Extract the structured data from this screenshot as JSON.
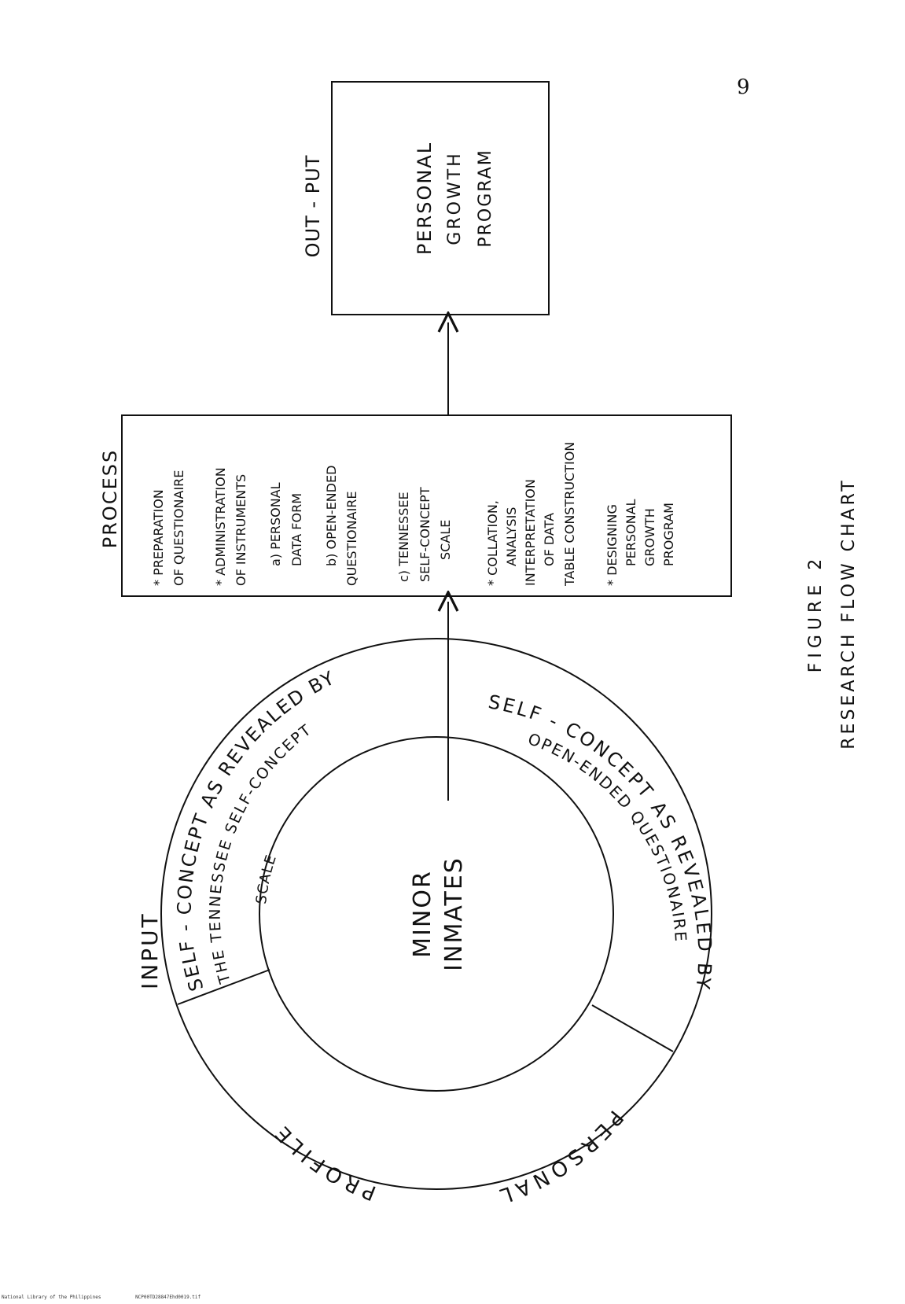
{
  "page_number": "9",
  "input": {
    "heading": "INPUT",
    "center_line1": "MINOR",
    "center_line2": "INMATES",
    "segment_tennessee_line1": "SELF - CONCEPT AS REVEALED BY",
    "segment_tennessee_line2": "THE TENNESSEE SELF-CONCEPT",
    "segment_tennessee_line3": "SCALE",
    "segment_openended_line1": "SELF - CONCEPT AS REVEALED BY",
    "segment_openended_line2": "OPEN-ENDED QUESTIONAIRE",
    "segment_profile_word1": "PERSONAL",
    "segment_profile_word2": "PROFILE"
  },
  "process": {
    "heading": "PROCESS",
    "lines": [
      "* PREPARATION",
      "OF QUESTIONAIRE",
      "* ADMINISTRATION",
      "OF INSTRUMENTS",
      "a) PERSONAL",
      "DATA FORM",
      "b) OPEN-ENDED",
      "QUESTIONAIRE",
      "c) TENNESSEE",
      "SELF-CONCEPT",
      "SCALE",
      "* COLLATION,",
      "ANALYSIS",
      "INTERPRETATION",
      "OF DATA",
      "TABLE CONSTRUCTION",
      "* DESIGNING",
      "PERSONAL",
      "GROWTH",
      "PROGRAM"
    ]
  },
  "output": {
    "heading": "OUT - PUT",
    "line1": "PERSONAL",
    "line2": "GROWTH",
    "line3": "PROGRAM"
  },
  "caption": {
    "figure": "FIGURE 2",
    "title": "RESEARCH FLOW CHART"
  },
  "footer": {
    "library": "National Library of the Philippines",
    "file": "NCP00TD28847Ehd0019.tif"
  }
}
